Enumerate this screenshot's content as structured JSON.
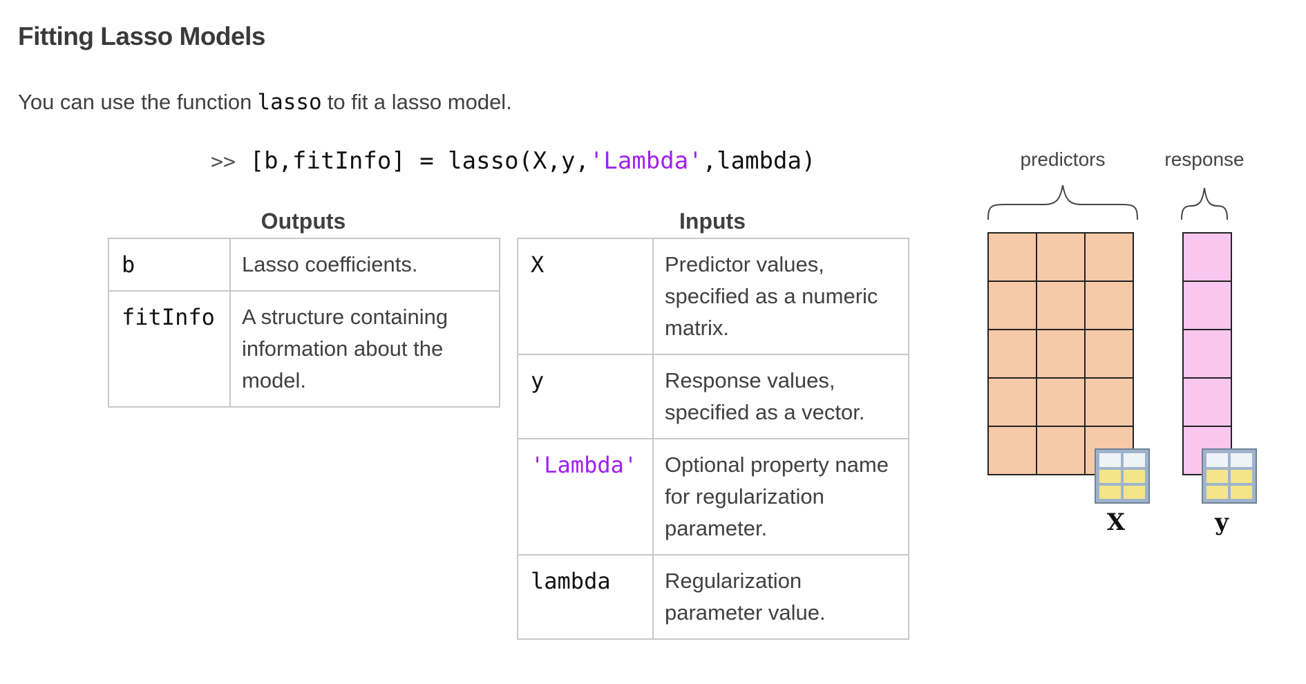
{
  "title": "Fitting Lasso Models",
  "intro": {
    "before": "You can use the function",
    "function_name": "lasso",
    "after": "to fit a lasso model."
  },
  "code": {
    "prompt": ">>",
    "pre": "[b,fitInfo] = lasso(X,y,",
    "string_arg": "'Lambda'",
    "post": ",lambda)"
  },
  "outputs": {
    "caption": "Outputs",
    "rows": [
      {
        "name": "b",
        "desc": "Lasso coefficients."
      },
      {
        "name": "fitInfo",
        "desc": "A structure containing information about the model."
      }
    ]
  },
  "inputs": {
    "caption": "Inputs",
    "rows": [
      {
        "name": "X",
        "desc": "Predictor values, specified as a numeric matrix."
      },
      {
        "name": "y",
        "desc": "Response values, specified as a vector."
      },
      {
        "name": "'Lambda'",
        "desc": "Optional property name for regularization parameter."
      },
      {
        "name": "lambda",
        "desc": "Regularization parameter value."
      }
    ]
  },
  "diagram": {
    "predictors_label": "predictors",
    "response_label": "response",
    "x_label": "X",
    "y_label": "y",
    "predictor_color": "#f6c9a8",
    "response_color": "#f9c6f0",
    "string_color": "#a020f0",
    "icons": [
      "table-icon",
      "table-icon"
    ]
  }
}
